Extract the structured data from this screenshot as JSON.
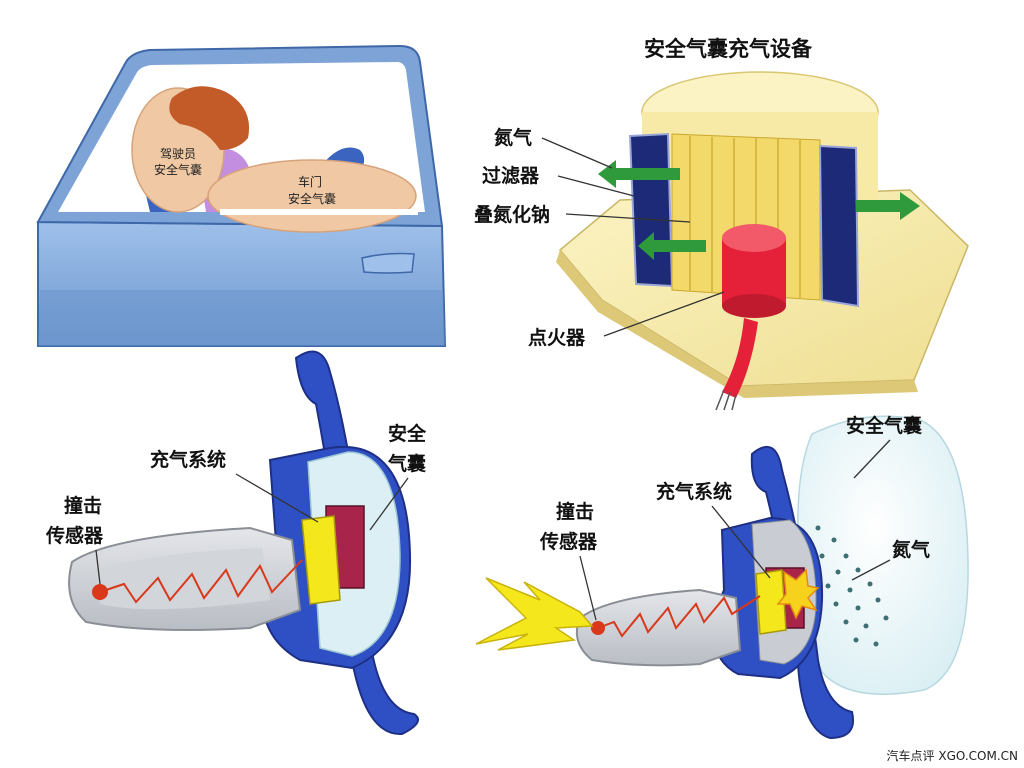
{
  "car_panel": {
    "driver_airbag_line1": "驾驶员",
    "driver_airbag_line2": "安全气囊",
    "door_airbag_line1": "车门",
    "door_airbag_line2": "安全气囊"
  },
  "inflator_panel": {
    "title": "安全气囊充气设备",
    "nitrogen": "氮气",
    "filter": "过滤器",
    "sodium_azide": "叠氮化钠",
    "igniter": "点火器"
  },
  "wheel_before": {
    "inflation_system": "充气系统",
    "airbag_line1": "安全",
    "airbag_line2": "气囊",
    "sensor_line1": "撞击",
    "sensor_line2": "传感器"
  },
  "wheel_after": {
    "airbag": "安全气囊",
    "inflation_system": "充气系统",
    "sensor_line1": "撞击",
    "sensor_line2": "传感器",
    "nitrogen": "氮气"
  },
  "watermark": "汽车点评 XGO.COM.CN",
  "colors": {
    "car_blue": "#7fa6d8",
    "wheel_blue": "#2f4fc4",
    "inflator_yellow": "#f2d96a",
    "filter_navy": "#1c2a78",
    "igniter_red": "#e5213a",
    "arrow_green": "#2e9a3c",
    "spark_yellow": "#f4e81c"
  }
}
